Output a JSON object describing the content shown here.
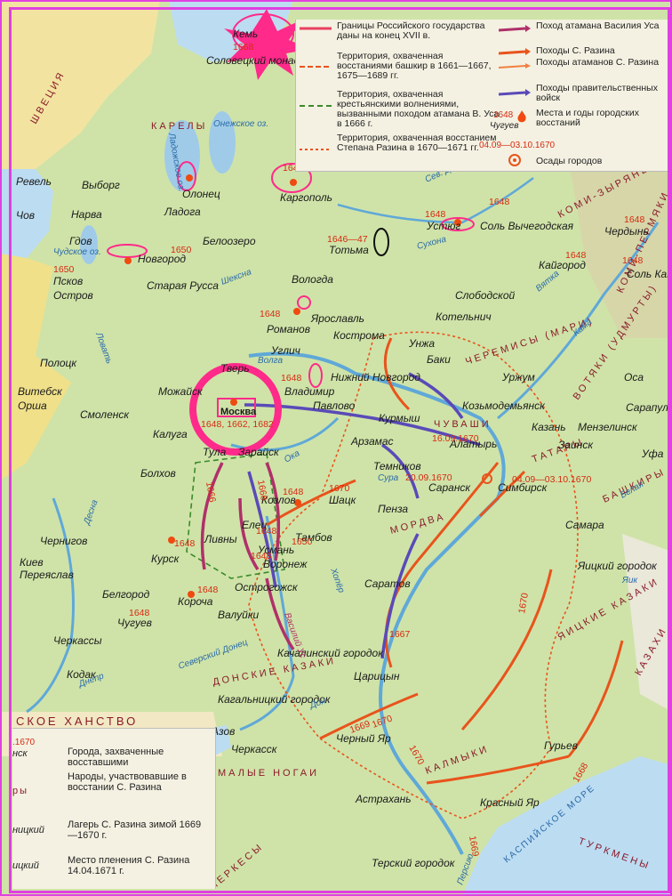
{
  "colors": {
    "land": "#cfe3a8",
    "sea": "#bcdcf2",
    "water": "#9fcbe8",
    "razin": "#e8541c",
    "gov": "#5a4ab8",
    "us": "#b0306a",
    "mark": "#ff2a8a",
    "fire": "#f04a10"
  },
  "legend_top": {
    "border": "Границы Российского государства даны на конец XVII в.",
    "bashkir": "Территория, охваченная восстаниями башкир в 1661—1667, 1675—1689 гг.",
    "peasant": "Территория, охваченная крестьянскими волнениями, вызванными походом атамана В. Уса в 1666 г.",
    "razin_area": "Территория, охваченная восстанием Степана Разина в 1670—1671 гг.",
    "us_march": "Поход атамана Василия Уса",
    "razin_march": "Походы С. Разина",
    "atamans": "Походы атаманов С. Разина",
    "gov": "Походы правительственных войск",
    "uprisings": "Места и годы городских восстаний",
    "uprising_year": "1648",
    "uprising_city": "Чугуев",
    "sieges": "Осады городов",
    "siege_dates": "04.09—03.10.1670"
  },
  "legend_bottom": {
    "cities_sample_year": ".1670",
    "cities_sample_name": "нск",
    "cities": "Города, захваченные восставшими",
    "peoples_sample": "ры",
    "peoples": "Народы, участвовавшие в восстании С. Разина",
    "camp_sample": "ницкий",
    "camp": "Лагерь С. Разина зимой 1669—1670 г.",
    "capture_sample": "ицкий",
    "capture": "Место пленения С. Разина 14.04.1671 г."
  },
  "cities": [
    "Кемь",
    "Соловецкий монастырь",
    "Выборг",
    "Олонец",
    "Каргополь",
    "Нарва",
    "Ладога",
    "Соль Вычегодская",
    "Устюг",
    "Чердынь",
    "Гдов",
    "Новгород",
    "Белоозеро",
    "Тотьма",
    "Кайгород",
    "Соль Камская",
    "Псков",
    "Остров",
    "Старая Русса",
    "Вологда",
    "Слободской",
    "Котельнич",
    "Ярославль",
    "Романов",
    "Кострома",
    "Унжа",
    "Полоцк",
    "Углич",
    "Баки",
    "Тверь",
    "Нижний Новгород",
    "Уржум",
    "Оса",
    "Витебск",
    "Орша",
    "Можайск",
    "Владимир",
    "Смоленск",
    "Москва",
    "Павлово",
    "Курмыш",
    "Козьмодемьянск",
    "Сарапул",
    "Калуга",
    "Арзамас",
    "Алатырь",
    "Казань",
    "Мензелинск",
    "Тула",
    "Зарайск",
    "Темников",
    "Заинск",
    "Уфа",
    "Болхов",
    "Козлов",
    "Шацк",
    "Саранск",
    "Симбирск",
    "Чернигов",
    "Елец",
    "Тамбов",
    "Пенза",
    "Самара",
    "Киев",
    "Переяслав",
    "Курск",
    "Ливны",
    "Усмань",
    "Воронеж",
    "Белгород",
    "Острогожск",
    "Саратов",
    "Яицкий городок",
    "Короча",
    "Валуйки",
    "Чугуев",
    "Черкассы",
    "Качалинский городок",
    "Кодак",
    "Царицын",
    "Кагальницкий городок",
    "Азов",
    "Черкасск",
    "Черный Яр",
    "Гурьев",
    "Астрахань",
    "Красный Яр",
    "Терский городок",
    "Ревель",
    "Чов"
  ],
  "peoples": [
    "КАРЕЛЫ",
    "КОМИ-ЗЫРЯНЕ",
    "КОМИ-ПЕРМЯКИ",
    "ЧЕРЕМИСЫ (МАРИ)",
    "ВОТЯКИ (УДМУРТЫ)",
    "ЧУВАШИ",
    "ТАТАРЫ",
    "БАШКИРЫ",
    "МОРДВА",
    "ЯИЦКИЕ КАЗАКИ",
    "КАЗАХИ",
    "ДОНСКИЕ КАЗАКИ",
    "КАЛМЫКИ",
    "МАЛЫЕ НОГАИ",
    "ТУРКМЕНЫ",
    "ЧЕРКЕСЫ",
    "ШВЕЦИЯ",
    "СКОЕ ХАНСТВО"
  ],
  "years": [
    "1668",
    "1648",
    "1650",
    "1646—47",
    "1648",
    "1648",
    "1650",
    "1648",
    "1648",
    "1648",
    "1648",
    "1648",
    "1648, 1662, 1682",
    "1670",
    "1648",
    "1650",
    "1648",
    "1648",
    "1648",
    "1648",
    "1648",
    "1666",
    "1666",
    "1667",
    "1670",
    "1669",
    "1670",
    "1670",
    "1668",
    "1669",
    "16.09.1670",
    "20.09.1670",
    "04.09—03.10.1670"
  ],
  "rivers": [
    "Волга",
    "Онежское оз.",
    "Ладожское оз.",
    "Чудское оз.",
    "Ловать",
    "Днепр",
    "Десна",
    "Ока",
    "Сура",
    "Сухона",
    "Кама",
    "Белая",
    "Яик",
    "Дон",
    "Хопёр",
    "Северский Донец",
    "Шексна",
    "Вятка",
    "Сев. Двина",
    "Персию",
    "КАСПИЙСКОЕ МОРЕ",
    "Василий Ус"
  ]
}
